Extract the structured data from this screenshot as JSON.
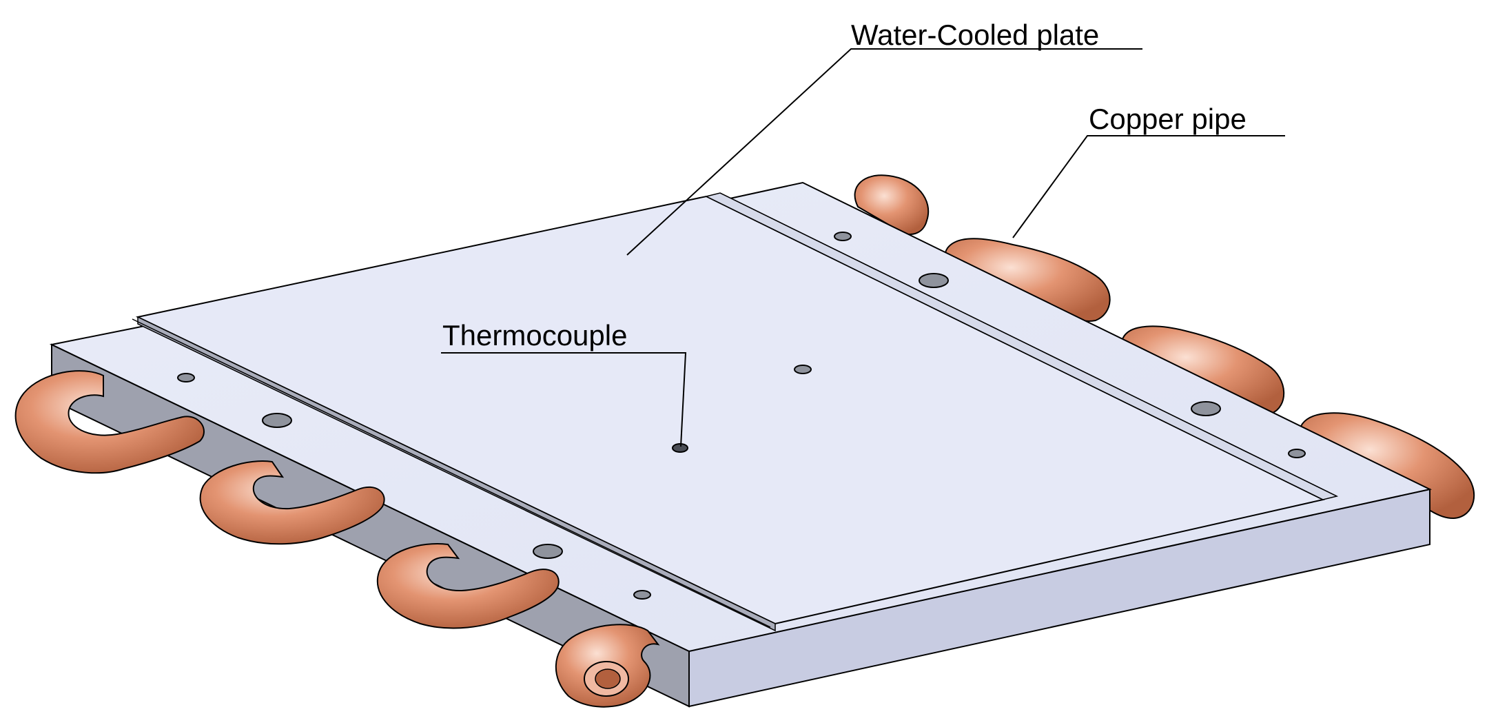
{
  "labels": {
    "water_cooled_plate": "Water-Cooled plate",
    "copper_pipe": "Copper pipe",
    "thermocouple": "Thermocouple"
  },
  "colors": {
    "plate_top": "#e4e8f7",
    "plate_side_front": "#c9cde3",
    "plate_side_left": "#9ea1ae",
    "copper": "#de8a6c",
    "copper_dark": "#b8623f",
    "outline": "#000000"
  }
}
